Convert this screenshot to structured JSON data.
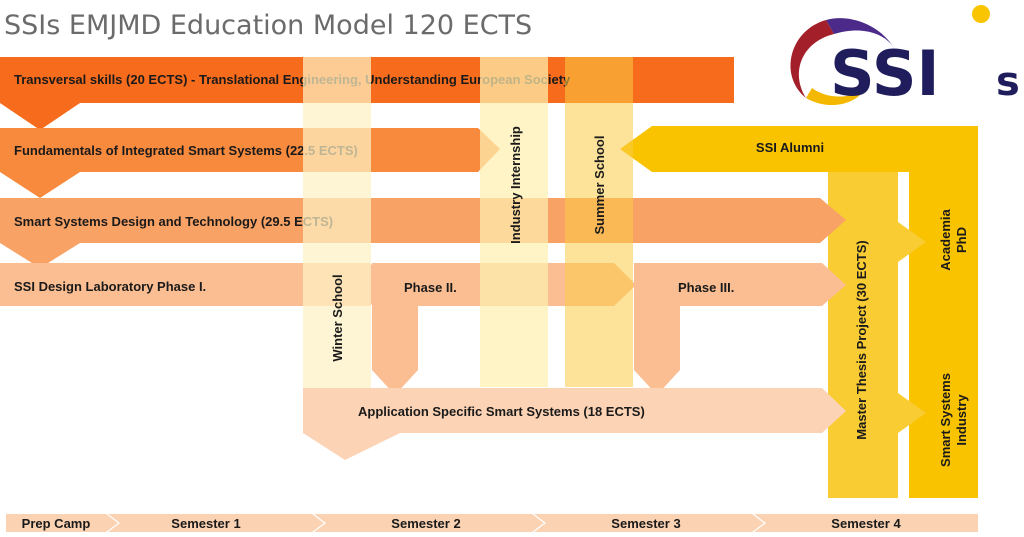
{
  "title": "SSIs EMJMD Education Model 120 ECTS",
  "logo": {
    "text_main": "SSI",
    "text_suffix": "s"
  },
  "rows": {
    "transversal": "Transversal skills (20 ECTS) - Translational Engineering, Understanding European Society",
    "fundamentals": "Fundamentals of Integrated Smart Systems (22.5 ECTS)",
    "design_tech": "Smart Systems Design and Technology (29.5 ECTS)",
    "lab_phase1": "SSI Design Laboratory Phase I.",
    "lab_phase2": "Phase II.",
    "lab_phase3": "Phase III.",
    "application": "Application Specific Smart Systems (18 ECTS)"
  },
  "columns": {
    "winter_school": "Winter School",
    "industry_internship": "Industry Internship",
    "summer_school": "Summer School",
    "master_thesis": "Master Thesis Project (30 ECTS)"
  },
  "alumni": {
    "label": "SSI Alumni",
    "academia_line1": "Academia",
    "academia_line2": "PhD",
    "industry_line1": "Smart Systems",
    "industry_line2": "Industry"
  },
  "timeline": [
    "Prep Camp",
    "Semester 1",
    "Semester 2",
    "Semester 3",
    "Semester 4"
  ],
  "colors": {
    "transversal": "#f76b1c",
    "fundamentals": "#f88a3e",
    "design_tech": "#f9a265",
    "lab": "#fbbe92",
    "application": "#fcd3b4",
    "winter": "#fdf1c4",
    "internship": "#fdf0b0",
    "summer": "#fccc47",
    "thesis": "#f9cc33",
    "alumni": "#f9c300",
    "timeline": "#fbd3b3"
  }
}
